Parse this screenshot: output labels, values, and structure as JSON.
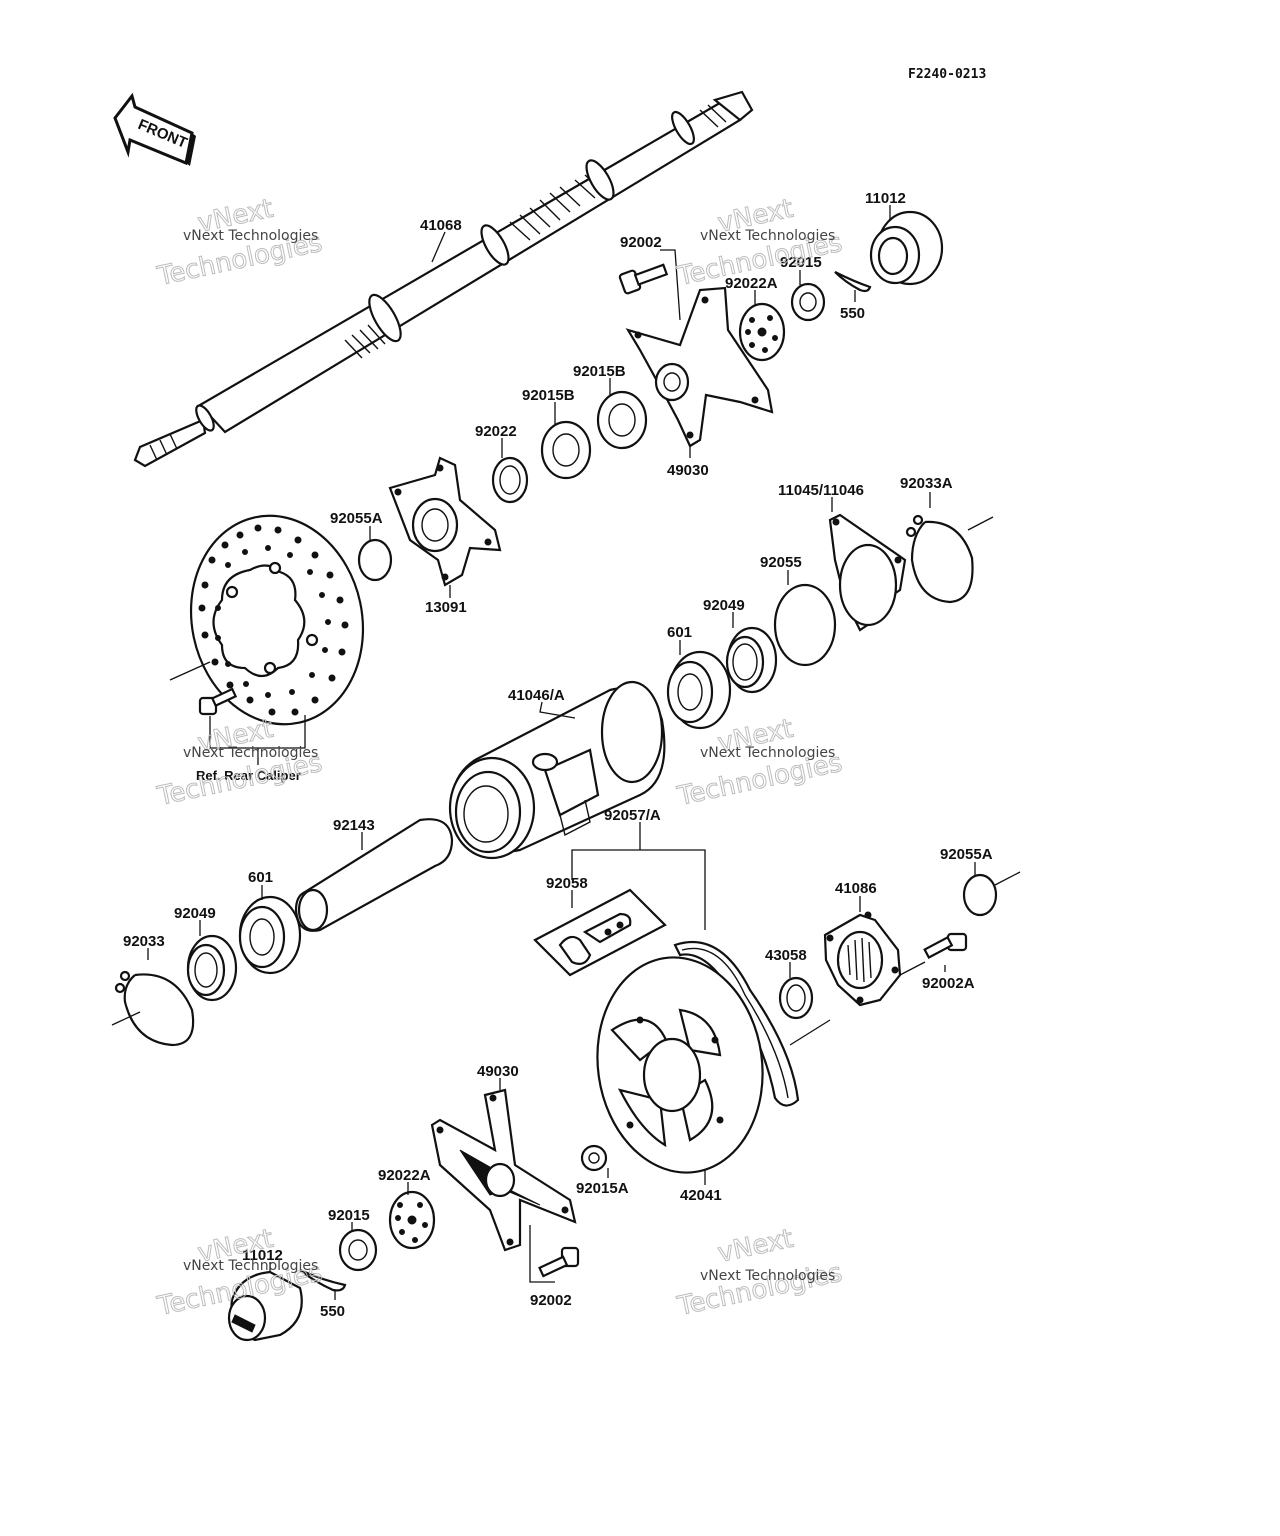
{
  "diagram_code": "F2240-0213",
  "front_arrow_label": "FRONT",
  "watermark": {
    "line1": "vNext Technologies",
    "line2": "vNext",
    "line3": "Technologies"
  },
  "reference_note": "Ref. Rear Caliper",
  "parts": {
    "axle": "41068",
    "hub_cap_top": "11012",
    "bolt_top": "92002",
    "nut_top": "92015",
    "washer_top": "92022A",
    "cotter_pin_top": "550",
    "sprocket_hub_top": "49030",
    "nut_b1": "92015B",
    "nut_b2": "92015B",
    "collar_top": "92022",
    "o_ring_top": "92055A",
    "disc_hub": "13091",
    "chain_guard": "11045/11046",
    "circlip_right": "92033A",
    "o_ring_mid": "92055",
    "seal_right": "92049",
    "bearing_right": "601",
    "housing": "41046/A",
    "spacer_tube": "92143",
    "bearing_left": "601",
    "seal_left": "92049",
    "circlip_left": "92033",
    "chain": "92057/A",
    "master_link": "92058",
    "sprocket_flange": "41086",
    "o_ring_right": "92055A",
    "collar_right": "43058",
    "bolt_right": "92002A",
    "sprocket": "42041",
    "sprocket_nut": "92015A",
    "sprocket_hub_bottom": "49030",
    "washer_bottom": "92022A",
    "nut_bottom": "92015",
    "hub_cap_bottom": "11012",
    "cotter_pin_bottom": "550",
    "bolt_bottom": "92002"
  }
}
